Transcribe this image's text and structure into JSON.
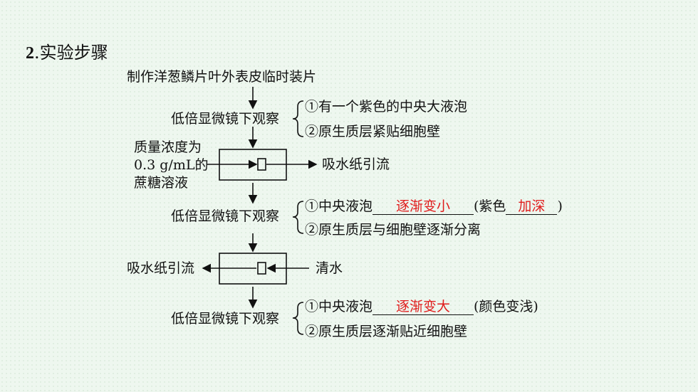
{
  "title_num": "2",
  "title_text": ".实验步骤",
  "step_prepare": "制作洋葱鳞片叶外表皮临时装片",
  "observe_label": "低倍显微镜下观察",
  "obs1": {
    "item1": "①有一个紫色的中央大液泡",
    "item2": "②原生质层紧贴细胞壁"
  },
  "sucrose": {
    "line1": "质量浓度为",
    "line2": "0.3 g/mL的",
    "line3": "蔗糖溶液"
  },
  "absorb_paper": "吸水纸引流",
  "obs2": {
    "prefix": "①中央液泡",
    "answer": "逐渐变小",
    "mid": "(紫色",
    "answer2": "加深",
    "suffix": ")",
    "item2": "②原生质层与细胞壁逐渐分离"
  },
  "clear_water": "清水",
  "obs3": {
    "prefix": "①中央液泡",
    "answer": "逐渐变大",
    "suffix": "(颜色变浅)",
    "item2": "②原生质层逐渐贴近细胞壁"
  }
}
